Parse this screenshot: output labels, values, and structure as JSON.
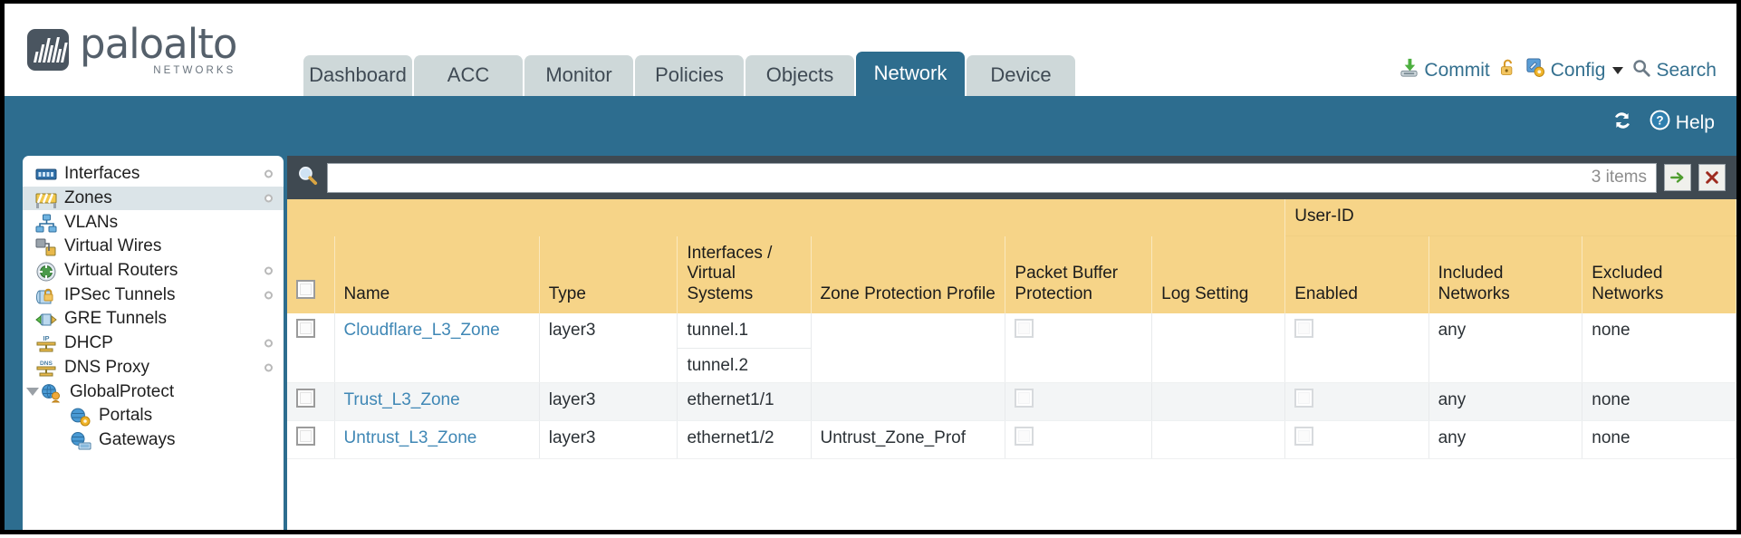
{
  "brand": {
    "name": "paloalto",
    "tagline": "NETWORKS"
  },
  "nav": {
    "tabs": [
      {
        "label": "Dashboard",
        "active": false
      },
      {
        "label": "ACC",
        "active": false
      },
      {
        "label": "Monitor",
        "active": false
      },
      {
        "label": "Policies",
        "active": false
      },
      {
        "label": "Objects",
        "active": false
      },
      {
        "label": "Network",
        "active": true
      },
      {
        "label": "Device",
        "active": false
      }
    ]
  },
  "toolbar": {
    "commit_label": "Commit",
    "config_label": "Config",
    "search_label": "Search",
    "lock_icon": "padlock-icon",
    "commit_icon": "commit-icon",
    "config_icon": "config-icon",
    "search_icon": "search-icon"
  },
  "band": {
    "refresh_icon": "refresh-icon",
    "help_label": "Help",
    "help_icon": "help-icon"
  },
  "sidebar": {
    "items": [
      {
        "label": "Interfaces",
        "icon": "interfaces-icon",
        "selected": false,
        "dot": true,
        "child": false,
        "expander": false
      },
      {
        "label": "Zones",
        "icon": "zones-icon",
        "selected": true,
        "dot": true,
        "child": false,
        "expander": false
      },
      {
        "label": "VLANs",
        "icon": "vlans-icon",
        "selected": false,
        "dot": false,
        "child": false,
        "expander": false
      },
      {
        "label": "Virtual Wires",
        "icon": "virtual-wires-icon",
        "selected": false,
        "dot": false,
        "child": false,
        "expander": false
      },
      {
        "label": "Virtual Routers",
        "icon": "virtual-routers-icon",
        "selected": false,
        "dot": true,
        "child": false,
        "expander": false
      },
      {
        "label": "IPSec Tunnels",
        "icon": "ipsec-tunnels-icon",
        "selected": false,
        "dot": true,
        "child": false,
        "expander": false
      },
      {
        "label": "GRE Tunnels",
        "icon": "gre-tunnels-icon",
        "selected": false,
        "dot": false,
        "child": false,
        "expander": false
      },
      {
        "label": "DHCP",
        "icon": "dhcp-icon",
        "selected": false,
        "dot": true,
        "child": false,
        "expander": false
      },
      {
        "label": "DNS Proxy",
        "icon": "dns-proxy-icon",
        "selected": false,
        "dot": true,
        "child": false,
        "expander": false
      },
      {
        "label": "GlobalProtect",
        "icon": "globalprotect-icon",
        "selected": false,
        "dot": false,
        "child": false,
        "expander": true
      },
      {
        "label": "Portals",
        "icon": "portals-icon",
        "selected": false,
        "dot": false,
        "child": true,
        "expander": false
      },
      {
        "label": "Gateways",
        "icon": "gateways-icon",
        "selected": false,
        "dot": false,
        "child": true,
        "expander": false
      }
    ]
  },
  "filter": {
    "search_icon": "search-icon",
    "value": "",
    "placeholder": "",
    "item_count": "3 items",
    "apply_icon": "apply-filter-arrow-icon",
    "clear_icon": "clear-filter-x-icon"
  },
  "table": {
    "group_header": "User-ID",
    "columns": [
      "Name",
      "Type",
      "Interfaces / Virtual Systems",
      "Zone Protection Profile",
      "Packet Buffer Protection",
      "Log Setting",
      "Enabled",
      "Included Networks",
      "Excluded Networks"
    ],
    "rows": [
      {
        "name": "Cloudflare_L3_Zone",
        "type": "layer3",
        "interfaces": [
          "tunnel.1",
          "tunnel.2"
        ],
        "zone_protection_profile": "",
        "packet_buffer_protection": false,
        "log_setting": "",
        "user_id_enabled": false,
        "included_networks": "any",
        "excluded_networks": "none"
      },
      {
        "name": "Trust_L3_Zone",
        "type": "layer3",
        "interfaces": [
          "ethernet1/1"
        ],
        "zone_protection_profile": "",
        "packet_buffer_protection": false,
        "log_setting": "",
        "user_id_enabled": false,
        "included_networks": "any",
        "excluded_networks": "none"
      },
      {
        "name": "Untrust_L3_Zone",
        "type": "layer3",
        "interfaces": [
          "ethernet1/2"
        ],
        "zone_protection_profile": "Untrust_Zone_Prof",
        "packet_buffer_protection": false,
        "log_setting": "",
        "user_id_enabled": false,
        "included_networks": "any",
        "excluded_networks": "none"
      }
    ]
  },
  "colors": {
    "brand_blue": "#2d6d8f",
    "header_amber": "#f6d488",
    "group_amber": "#e3bd63",
    "link_blue": "#3f87b5",
    "tab_grey": "#ced8d9"
  }
}
